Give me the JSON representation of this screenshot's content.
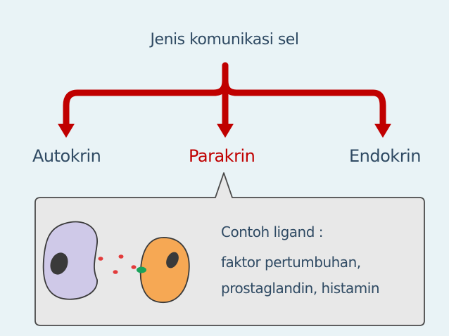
{
  "title": "Jenis komunikasi sel",
  "categories": [
    {
      "label": "Autokrin",
      "color": "#2f4a63"
    },
    {
      "label": "Parakrin",
      "color": "#c00000"
    },
    {
      "label": "Endokrin",
      "color": "#2f4a63"
    }
  ],
  "callout": {
    "heading": "Contoh ligand :",
    "lines": [
      "faktor pertumbuhan,",
      "prostaglandin, histamin"
    ]
  },
  "colors": {
    "arrow": "#c00000",
    "text": "#2f4a63",
    "callout_bg": "#e8e8e8",
    "cell_left": "#cfc9e8",
    "cell_right": "#f6a854",
    "nucleus": "#3a3a3a",
    "ligand": "#e23b3b",
    "receptor": "#19a35a"
  }
}
